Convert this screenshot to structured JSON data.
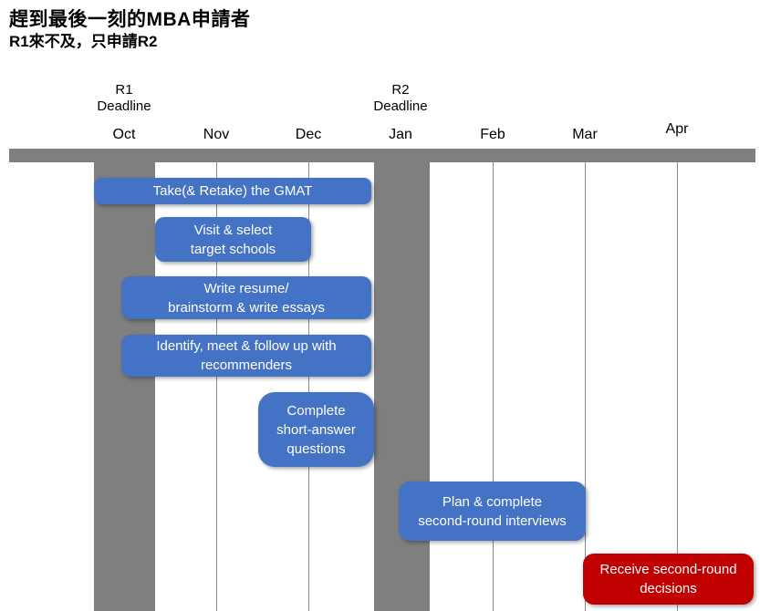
{
  "title": "趕到最後一刻的MBA申請者",
  "subtitle": "R1來不及，只申請R2",
  "colors": {
    "bar_blue": "#4472C4",
    "bar_red": "#C00000",
    "axis_gray": "#7F7F7F",
    "gridline_gray": "#8A8A8A",
    "bar_text": "#FFFFFF",
    "label_text": "#000000",
    "background": "#FFFFFF"
  },
  "chart_data": {
    "type": "gantt",
    "title": "趕到最後一刻的MBA申請者",
    "subtitle": "R1來不及，只申請R2",
    "months": [
      "Oct",
      "Nov",
      "Dec",
      "Jan",
      "Feb",
      "Mar",
      "Apr"
    ],
    "deadlines": [
      {
        "lines": [
          "R1",
          "Deadline"
        ],
        "month": "Oct"
      },
      {
        "lines": [
          "R2",
          "Deadline"
        ],
        "month": "Jan"
      }
    ],
    "highlight_columns": [
      {
        "name": "r1-deadline-column",
        "start": 0.18,
        "end": 0.84
      },
      {
        "name": "r2-deadline-column",
        "start": 3.22,
        "end": 3.82
      }
    ],
    "tasks": [
      {
        "name": "take-gmat",
        "lines": [
          "Take(& Retake) the GMAT"
        ],
        "start": 0.18,
        "end": 3.19,
        "color_key": "bar_blue"
      },
      {
        "name": "visit-select-schools",
        "lines": [
          "Visit & select",
          "target schools"
        ],
        "start": 0.84,
        "end": 2.53,
        "color_key": "bar_blue"
      },
      {
        "name": "write-resume-essays",
        "lines": [
          "Write resume/",
          "brainstorm & write essays"
        ],
        "start": 0.475,
        "end": 3.19,
        "color_key": "bar_blue"
      },
      {
        "name": "recommenders",
        "lines": [
          "Identify, meet & follow up with",
          "recommenders"
        ],
        "start": 0.475,
        "end": 3.19,
        "color_key": "bar_blue"
      },
      {
        "name": "short-answer-questions",
        "lines": [
          "Complete",
          "short-answer",
          "questions"
        ],
        "start": 1.96,
        "end": 3.22,
        "color_key": "bar_blue"
      },
      {
        "name": "second-round-interviews",
        "lines": [
          "Plan & complete",
          "second-round interviews"
        ],
        "start": 3.49,
        "end": 5.52,
        "color_key": "bar_blue"
      },
      {
        "name": "second-round-decisions",
        "lines": [
          "Receive second-round",
          "decisions"
        ],
        "start": 5.49,
        "end": 7.34,
        "color_key": "bar_red"
      }
    ]
  }
}
